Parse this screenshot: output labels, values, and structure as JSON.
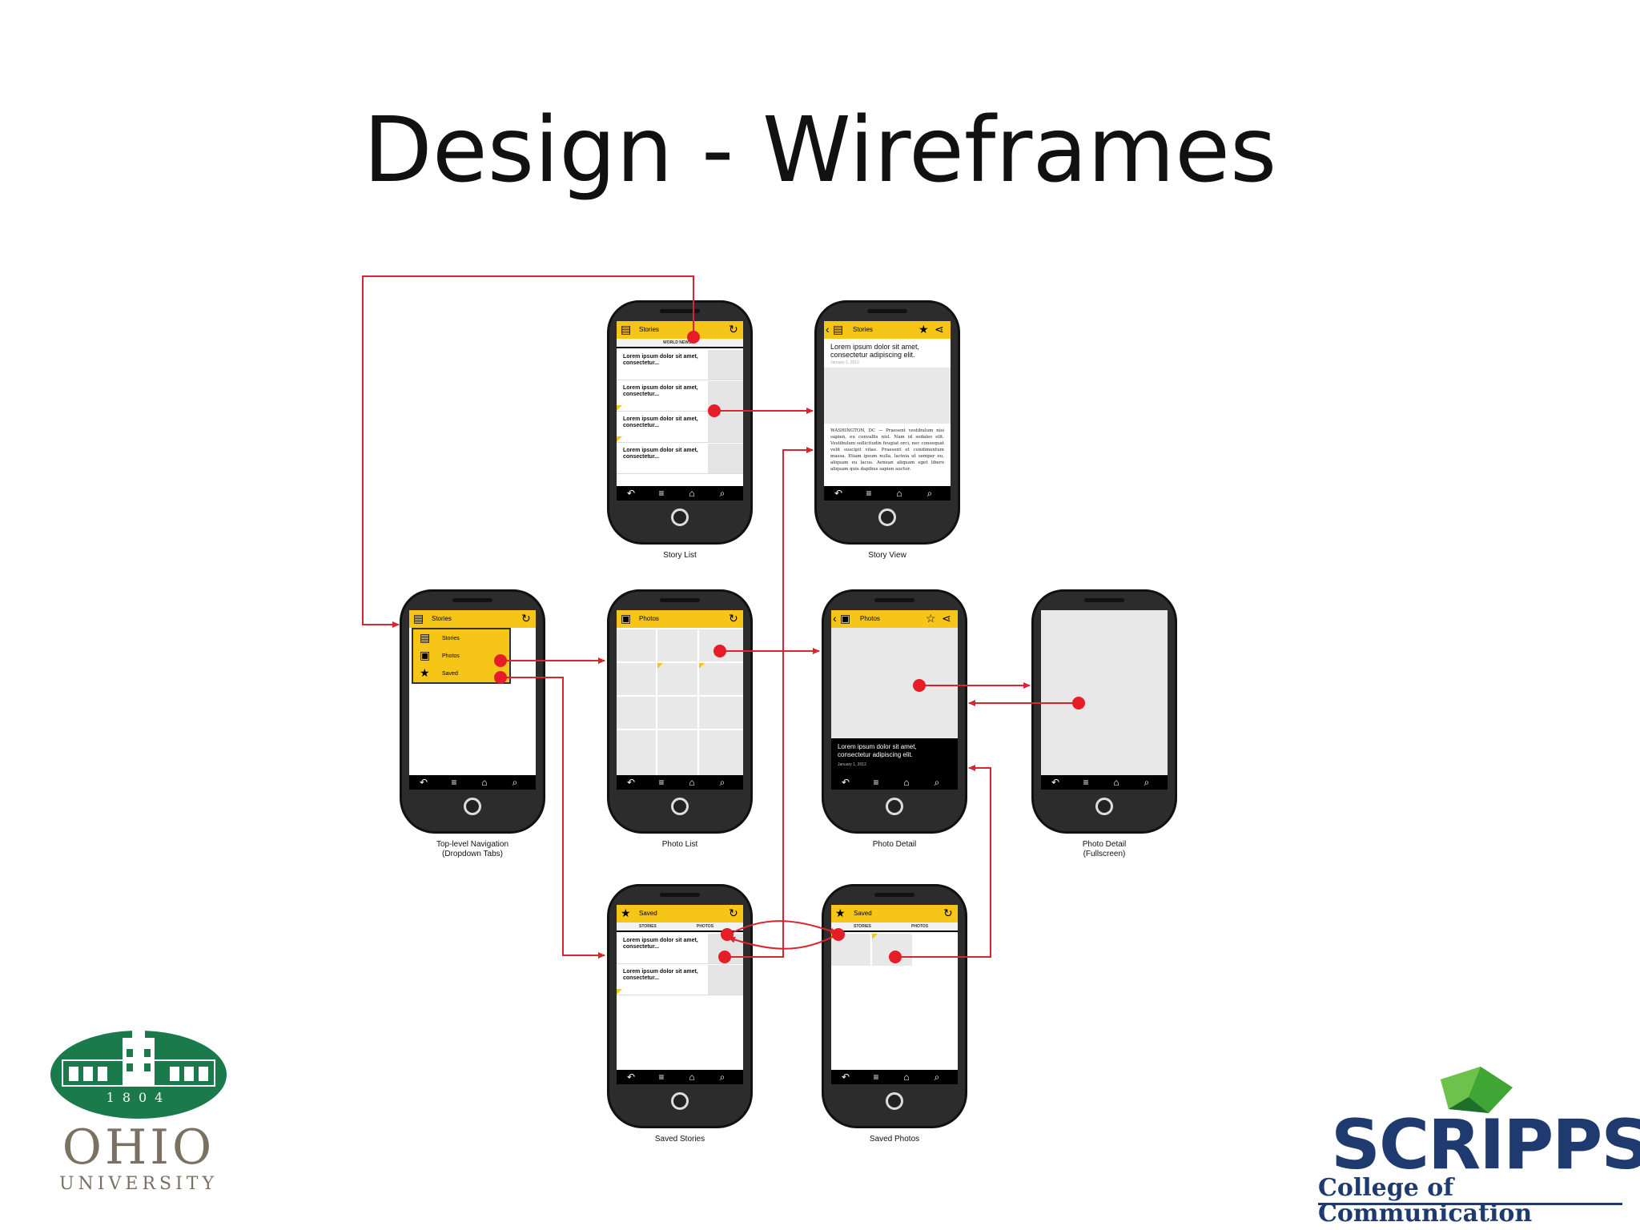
{
  "slide": {
    "title": "Design - Wireframes"
  },
  "labels": {
    "stories": "Stories",
    "photos": "Photos",
    "saved": "Saved",
    "world_news": "WORLD NEWS",
    "tab_stories": "STORIES",
    "tab_photos": "PHOTOS",
    "headline_short": "Lorem ipsum dolor sit amet, consectetur...",
    "headline_long": "Lorem ipsum dolor sit amet, consectetur adipiscing elit.",
    "story_date": "January 1, 2012",
    "story_body": "WASHINGTON, DC — Praesent vestibulum nisi sapien, eu convallis nisl. Nam id sodales elit. Vestibulum sollicitudin feugiat orci, nec consequat velit suscipit vitae. Praesent et condimentum massa. Etiam ipsum nulla, lacinia ut semper eu, aliquam eu lacus. Aenean aliquam eget libero aliquam quis dapibus sapien auctor."
  },
  "captions": {
    "story_list": "Story List",
    "story_view": "Story View",
    "top_nav_1": "Top-level Navigation",
    "top_nav_2": "(Dropdown Tabs)",
    "photo_list": "Photo List",
    "photo_detail": "Photo Detail",
    "photo_full_1": "Photo Detail",
    "photo_full_2": "(Fullscreen)",
    "saved_stories": "Saved Stories",
    "saved_photos": "Saved Photos"
  },
  "logos": {
    "ohio_name": "OHIO",
    "ohio_university": "UNIVERSITY",
    "ohio_year": "1804",
    "scripps_name": "SCRIPPS",
    "scripps_college": "College of Communication"
  },
  "colors": {
    "accent": "#f5c518",
    "arrow": "#d9252f",
    "ohio_green": "#1a7a4c",
    "scripps_navy": "#1e3a6e"
  },
  "icons": {
    "refresh": "refresh-icon",
    "back": "back-icon",
    "star": "star-icon",
    "share": "share-icon",
    "home": "home-icon",
    "search": "search-icon",
    "menu": "menu-icon",
    "stories": "newspaper-icon",
    "photos": "photo-icon"
  }
}
